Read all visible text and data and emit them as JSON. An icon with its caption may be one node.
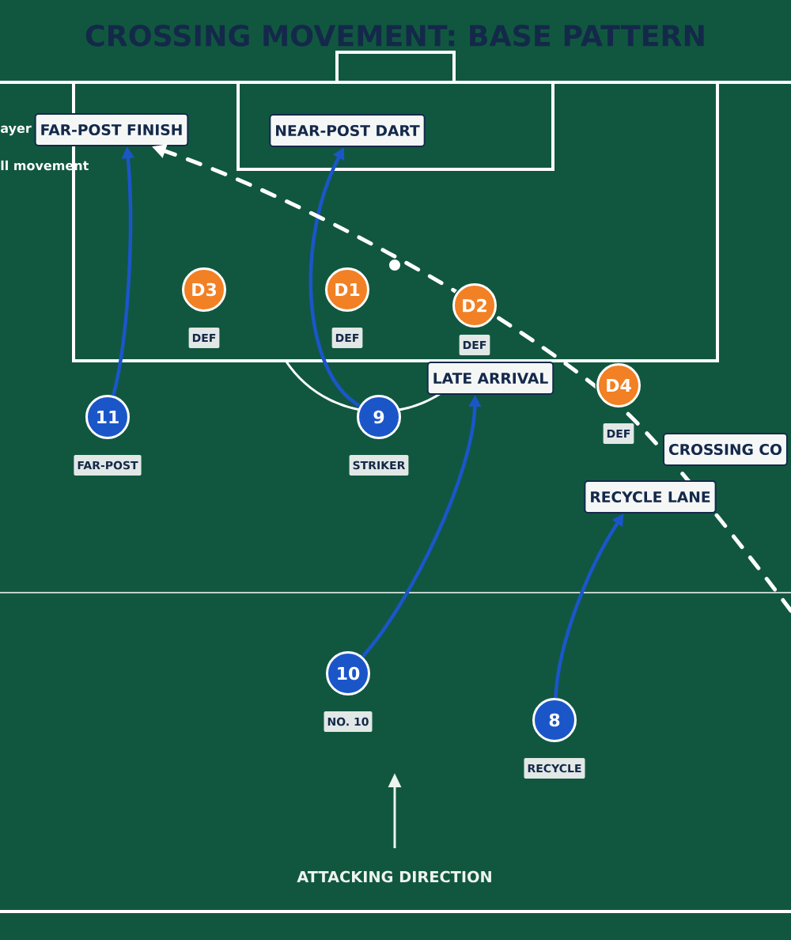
{
  "diagram": {
    "title": "CROSSING MOVEMENT: BASE PATTERN",
    "nodes": [
      {
        "text": [
          "FAR-POST FINISH"
        ]
      },
      {
        "text": [
          "NEAR-POST DART"
        ]
      },
      {
        "text": [
          "D3"
        ],
        "beside": [
          "DEF"
        ]
      },
      {
        "text": [
          "D1"
        ],
        "beside": [
          "DEF"
        ]
      },
      {
        "text": [
          "D2"
        ],
        "beside": [
          "DEF"
        ]
      },
      {
        "text": [
          "LATE ARRIVAL"
        ]
      },
      {
        "text": [
          "D4"
        ],
        "beside": [
          "DEF"
        ]
      },
      {
        "text": [
          "11"
        ],
        "beside": [
          "FAR-POST"
        ]
      },
      {
        "text": [
          "9"
        ],
        "beside": [
          "STRIKER"
        ]
      },
      {
        "text": [
          "RECYCLE LANE"
        ]
      },
      {
        "text": [
          "10"
        ],
        "beside": [
          "NO. 10"
        ]
      },
      {
        "text": [
          "8"
        ],
        "beside": [
          "RECYCLE"
        ]
      }
    ],
    "edges": [
      {
        "from": 7,
        "to": 0,
        "arrow": "to"
      },
      {
        "from": 8,
        "to": 1,
        "arrow": "to"
      },
      {
        "from": 10,
        "to": 5,
        "arrow": "to"
      },
      {
        "from": 11,
        "to": 9,
        "arrow": "to"
      },
      {
        "from": null,
        "to": 0,
        "arrow": "to",
        "label": "CROSSING CO",
        "style": "dashed",
        "color": "#ffffff"
      }
    ],
    "labels": [
      "ayer",
      "ll movement",
      "ATTACKING DIRECTION"
    ]
  }
}
